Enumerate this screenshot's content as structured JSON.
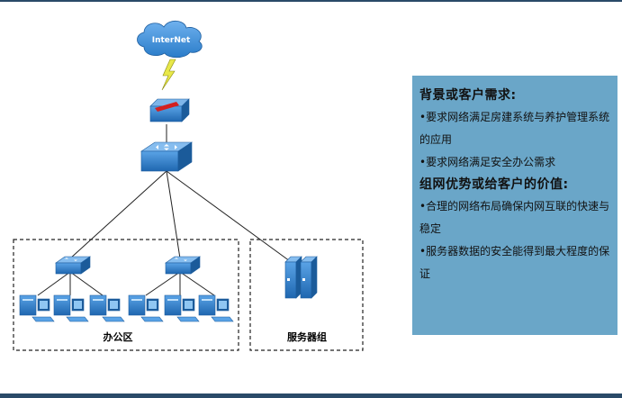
{
  "diagram": {
    "cloud_label": "InterNet",
    "office_group_label": "办公区",
    "server_group_label": "服务器组"
  },
  "panel": {
    "background_label": "背景或客户需求:",
    "background_items": [
      "•要求网络满足房建系统与养护管理系统的应用",
      "•要求网络满足安全办公需求"
    ],
    "value_label": "组网优势或给客户的价值:",
    "value_items": [
      "•合理的网络布局确保内网互联的快速与稳定",
      "•服务器数据的安全能得到最大程度的保证"
    ]
  },
  "colors": {
    "frame": "#2a4a68",
    "panel": "#6aa6c8",
    "device": "#2e7bc6",
    "cloud": "#3f8fd6",
    "lightning": "#e8e84a",
    "firewall_band": "#d42020"
  }
}
